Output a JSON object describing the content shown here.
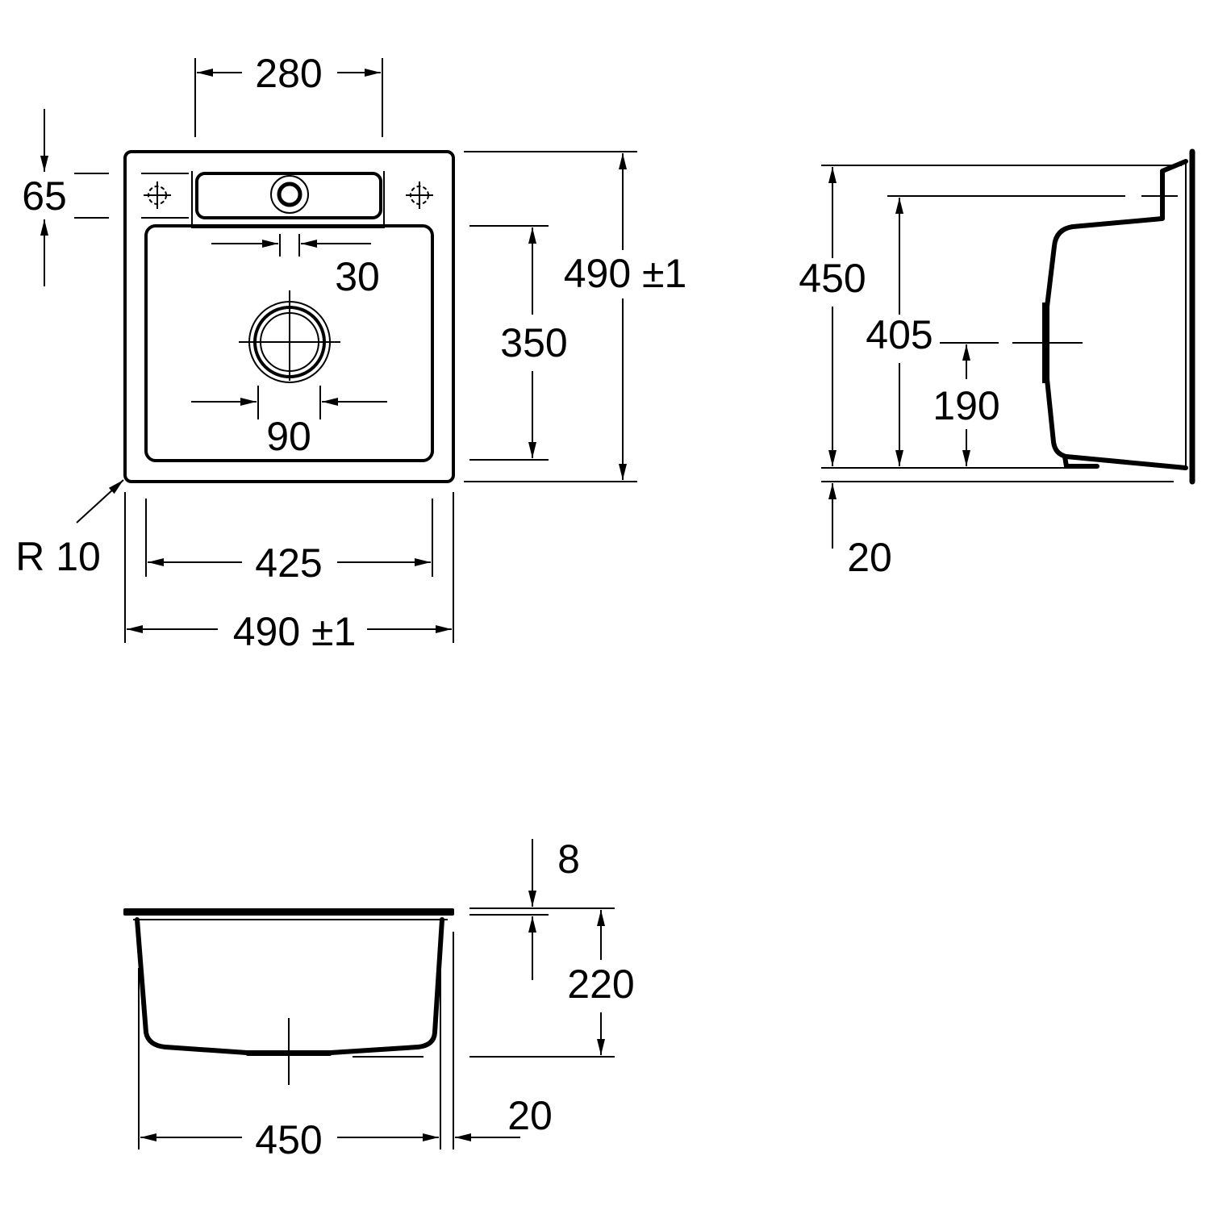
{
  "drawing": {
    "colors": {
      "line": "#000000",
      "background": "#ffffff"
    },
    "top_view": {
      "dim_tap_deck_width": "280",
      "dim_tap_hole_offset": "65",
      "dim_tap_hole_diameter": "30",
      "dim_drain_diameter": "90",
      "dim_bowl_length": "350",
      "dim_outer_length": "490 ±1",
      "dim_corner_radius": "R 10",
      "dim_bowl_width": "425",
      "dim_outer_width": "490 ±1"
    },
    "side_view": {
      "dim_bowl_outer_length": "450",
      "dim_bowl_inner_length": "405",
      "dim_drain_position": "190",
      "dim_rim_offset": "20"
    },
    "front_view": {
      "dim_flange_thickness": "8",
      "dim_bowl_depth": "220",
      "dim_bowl_width": "450",
      "dim_rim_offset": "20"
    }
  }
}
